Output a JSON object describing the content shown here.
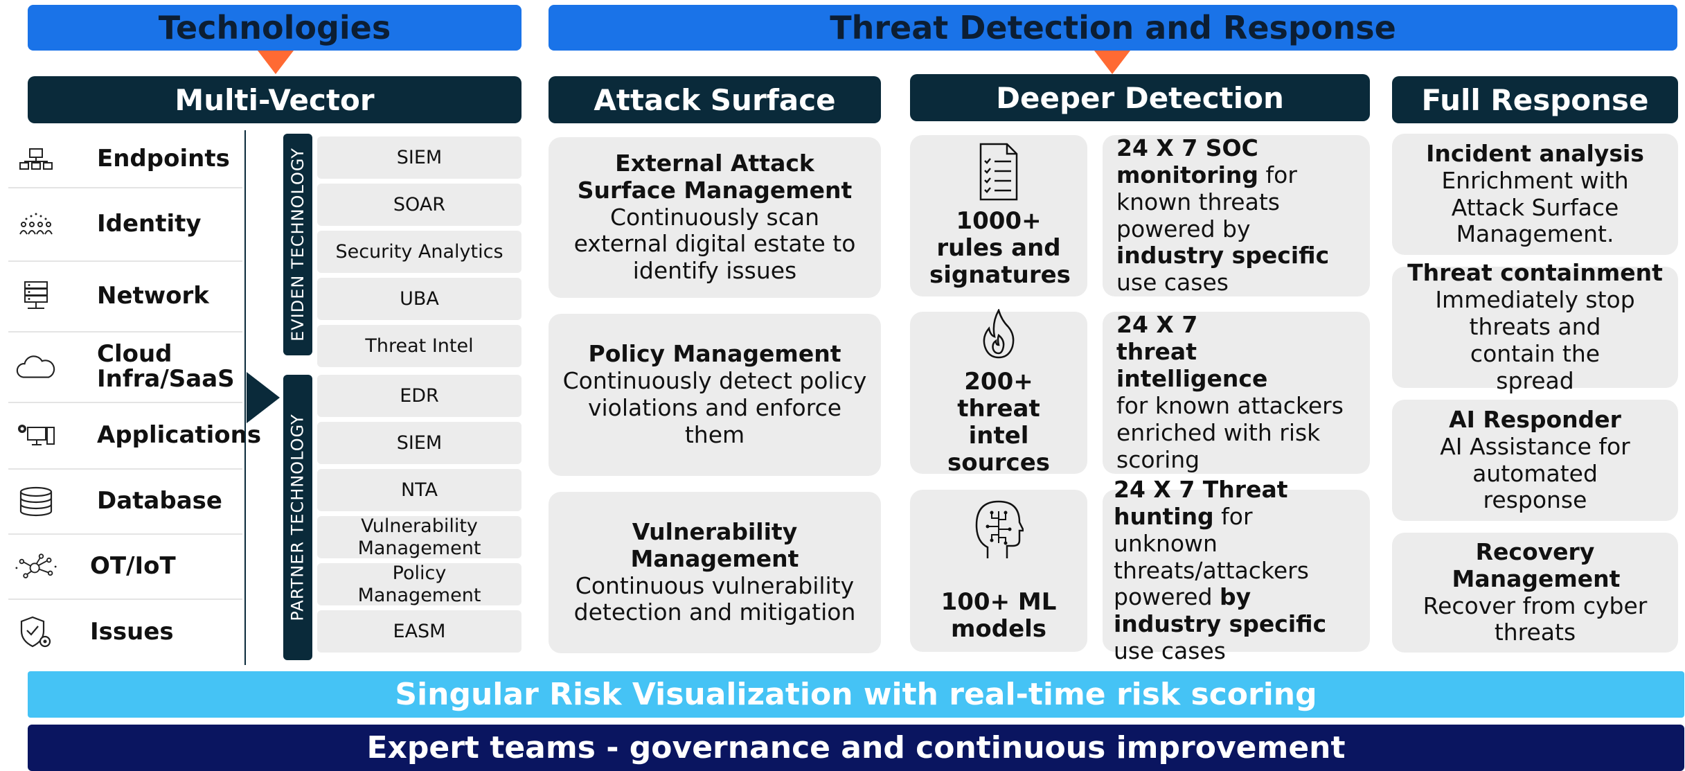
{
  "headers": {
    "technologies": "Technologies",
    "tdr": "Threat Detection and Response"
  },
  "columns": {
    "multi_vector": "Multi-Vector",
    "attack_surface": "Attack Surface",
    "deeper_detection": "Deeper Detection",
    "full_response": "Full Response"
  },
  "multi_vector_items": [
    {
      "label": "Endpoints",
      "icon": "endpoints-icon"
    },
    {
      "label": "Identity",
      "icon": "identity-icon"
    },
    {
      "label": "Network",
      "icon": "network-icon"
    },
    {
      "label": "Cloud Infra/SaaS",
      "icon": "cloud-icon"
    },
    {
      "label": "Applications",
      "icon": "applications-icon"
    },
    {
      "label": "Database",
      "icon": "database-icon"
    },
    {
      "label": "OT/IoT",
      "icon": "iot-icon"
    },
    {
      "label": "Issues",
      "icon": "issues-icon"
    }
  ],
  "eviden_label": "EVIDEN TECHNOLOGY",
  "partner_label": "PARTNER TECHNOLOGY",
  "eviden_tech": [
    "SIEM",
    "SOAR",
    "Security Analytics",
    "UBA",
    "Threat Intel"
  ],
  "partner_tech": [
    "EDR",
    "SIEM",
    "NTA",
    "Vulnerability Management",
    "Policy Management",
    "EASM"
  ],
  "attack_surface": [
    {
      "title": "External Attack Surface Management",
      "body": "Continuously scan external digital estate to identify issues"
    },
    {
      "title": "Policy Management",
      "body": "Continuously detect policy violations and enforce them"
    },
    {
      "title": "Vulnerability Management",
      "body": "Continuous vulnerability detection and mitigation"
    }
  ],
  "detection_stats": [
    {
      "label": "1000+ rules and signatures",
      "icon": "checklist-icon"
    },
    {
      "label": "200+ threat intel sources",
      "icon": "flame-icon"
    },
    {
      "label": "100+ ML models",
      "icon": "ai-head-icon"
    }
  ],
  "detection_desc": {
    "soc": {
      "b1": "24 X 7 SOC monitoring",
      "t1": " for known threats powered by ",
      "b2": "industry specific",
      "t2": " use cases"
    },
    "intel": {
      "b1": "24 X 7 threat intelligence",
      "t1": "for known attackers enriched with risk scoring"
    },
    "hunt": {
      "b1": "24 X 7 Threat hunting",
      "t1": " for unknown threats/attackers powered ",
      "b2": "by industry specific",
      "t2": " use cases"
    }
  },
  "full_response": [
    {
      "title": "Incident analysis",
      "body": "Enrichment with Attack Surface Management."
    },
    {
      "title": "Threat containment",
      "body": "Immediately stop threats and contain the spread"
    },
    {
      "title": "AI Responder",
      "body": "AI Assistance for automated response"
    },
    {
      "title": "Recovery Management",
      "body": "Recover from cyber threats"
    }
  ],
  "footer": {
    "risk_bar": "Singular Risk Visualization with real-time risk scoring",
    "expert_bar": "Expert teams - governance and continuous improvement"
  },
  "colors": {
    "blue": "#1a73e8",
    "navy": "#0a2a3a",
    "orange": "#ff6a33",
    "cyan": "#45c3f5",
    "dark_navy": "#0a1560",
    "card": "#ececec"
  }
}
